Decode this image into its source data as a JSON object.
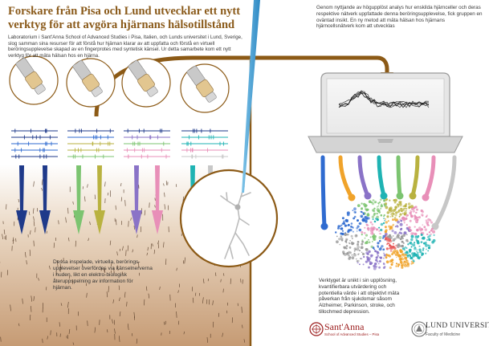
{
  "title": "Forskare från Pisa och Lund utvecklar ett nytt verktyg för att avgöra hjärnans hälsotillstånd",
  "intro_text": "Laboratorium i Sant'Anna School of Advanced Studies i Pisa, Italien, och Lunds universitet i Lund, Sverige, slog samman sina resurser för att förstå hur hjärnan klarar av att uppfatta och förstå en virtuell beröringsupplevelse skapad av en fingerprotes med syntetisk känsel. Ur detta samarbete kom ett nytt verktyg för att mäta hälsan hos en hjärna.",
  "right_intro_text": "Genom nyttjande av högupplöst analys hur enskilda hjärnceller och deras respektive nätverk uppfattade denna beröringsupplevelse, fick gruppen en oväntad insikt. En ny metod att mäta hälsan hos hjärnans hjärncellsnätverk kom att utvecklas",
  "left_caption": "Dessa inspelade, virtuella, berörings-upplevelser överfördes via känselnerverna i huden, likt en elektro-biologisk återuppspelning av information för hjärnan.",
  "right_caption": "Verktyget är unikt i sin upplösning, kvantifierbara utvärdering och potentiella värde i att objektivt mäta påverkan från sjukdomar såsom Alzheimer, Parkinson, stroke, och tillochmed depression.",
  "logos": {
    "santanna_name": "Sant'Anna",
    "santanna_sub": "School of Advanced Studies – Pisa",
    "lund_name": "LUND UNIVERSITY",
    "lund_sub": "Faculty of Medicine"
  },
  "icons": {
    "sensor": "fingertip-sensor-icon",
    "neuron": "neuron-icon",
    "laptop": "laptop-icon",
    "network": "neural-network-cluster-icon",
    "arrow": "flow-arrow-icon"
  },
  "colors": {
    "title": "#8a5a1a",
    "flow_line": "#8c5a16",
    "skin": "#c9a27d",
    "santanna": "#9b1b1b",
    "arrow_navy": "#1f3a8a",
    "arrow_blue": "#2f6bd0",
    "arrow_green": "#7cc470",
    "arrow_olive": "#b9b240",
    "arrow_pink": "#e88fb8",
    "arrow_teal": "#1fb3b3",
    "arrow_gray": "#c7c7c7",
    "arrow_orange": "#f0a32a",
    "arrow_purple": "#8a73c7"
  }
}
